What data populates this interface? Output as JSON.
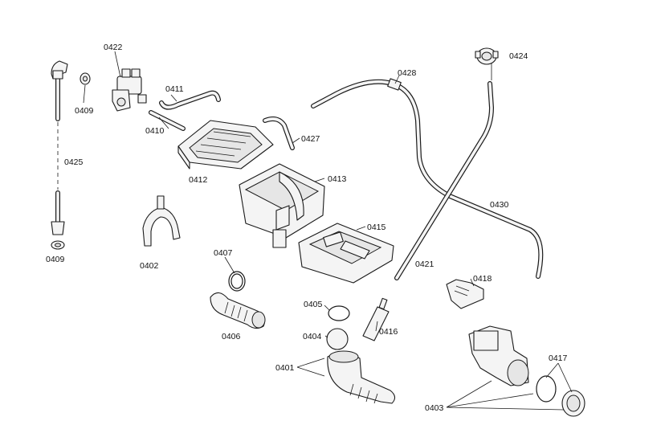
{
  "labels": {
    "p0422": "0422",
    "p0424": "0424",
    "p0428": "0428",
    "p0411": "0411",
    "p0409a": "0409",
    "p0410": "0410",
    "p0427": "0427",
    "p0425": "0425",
    "p0412": "0412",
    "p0413": "0413",
    "p0430": "0430",
    "p0415": "0415",
    "p0409b": "0409",
    "p0402": "0402",
    "p0407": "0407",
    "p0421": "0421",
    "p0418": "0418",
    "p0405": "0405",
    "p0406": "0406",
    "p0416": "0416",
    "p0404": "0404",
    "p0417": "0417",
    "p0401": "0401",
    "p0403": "0403"
  }
}
